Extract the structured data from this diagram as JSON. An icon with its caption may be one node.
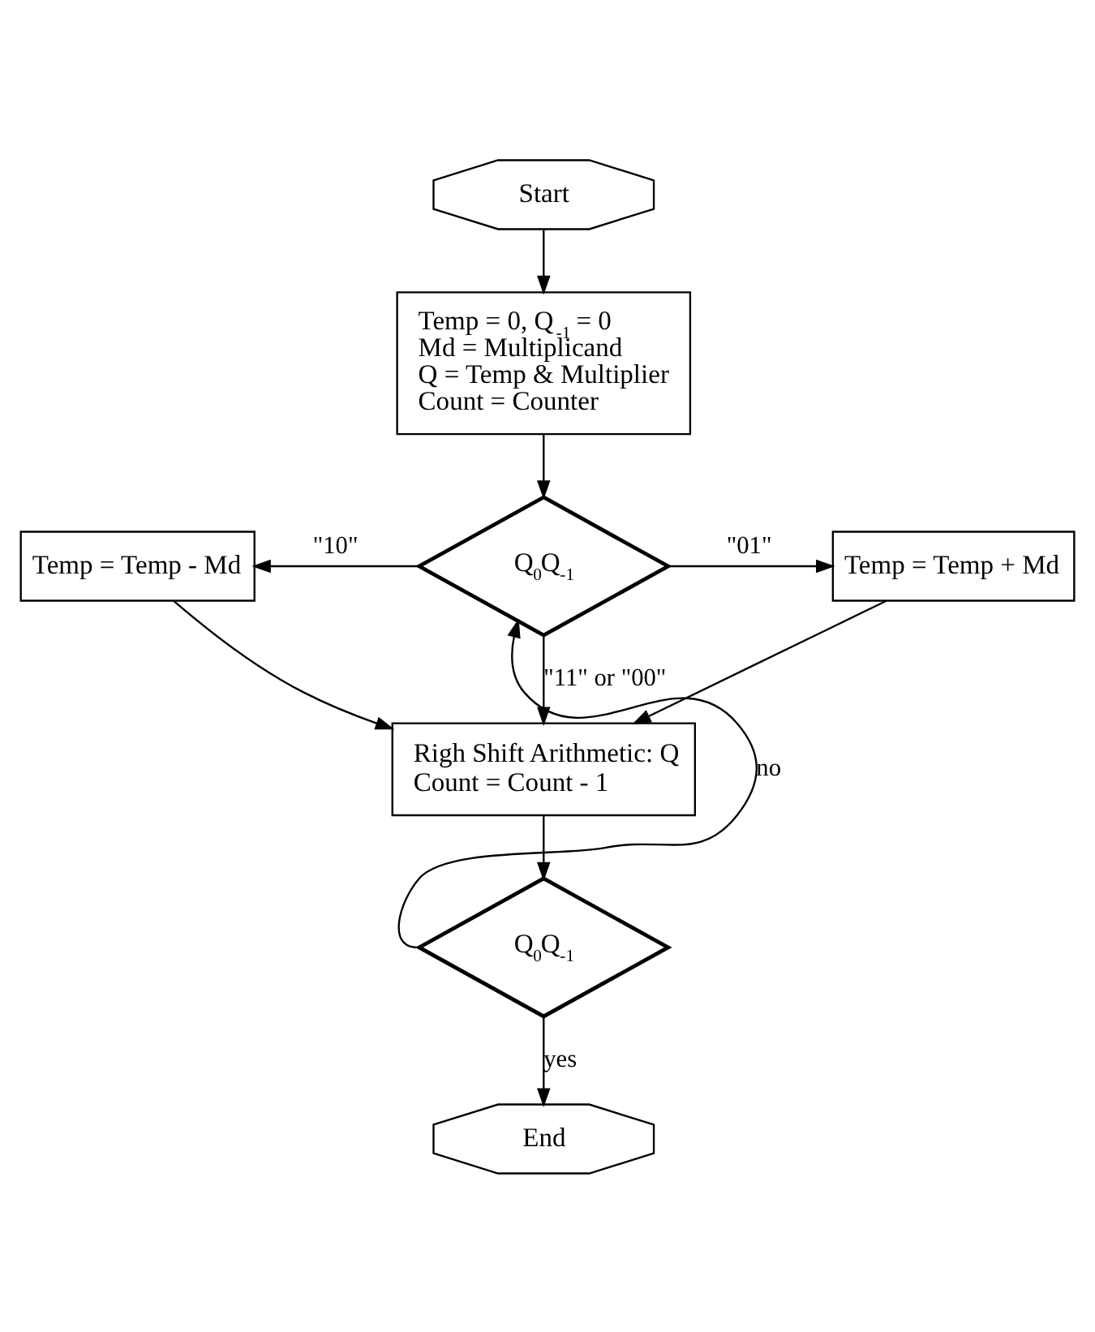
{
  "diagram": {
    "nodes": [
      {
        "text": [
          "Start"
        ]
      },
      {
        "text": [
          "Temp = 0, Q$_{-1}$ = 0",
          "Md = Multiplicand",
          "Q = Temp & Multiplier",
          "Count = Counter"
        ]
      },
      {
        "text": [
          "Q$_{0}$Q$_{-1}$"
        ]
      },
      {
        "text": [
          "Temp = Temp - Md"
        ]
      },
      {
        "text": [
          "Temp = Temp + Md"
        ]
      },
      {
        "text": [
          "Righ Shift Arithmetic: Q",
          "Count = Count - 1"
        ]
      },
      {
        "text": [
          "Q$_{0}$Q$_{-1}$"
        ]
      },
      {
        "text": [
          "End"
        ]
      }
    ],
    "edges": [
      {
        "from": 0,
        "to": 1,
        "arrow": "to"
      },
      {
        "from": 1,
        "to": 2,
        "arrow": "to"
      },
      {
        "from": 2,
        "to": 3,
        "arrow": "to",
        "label": "\"10\""
      },
      {
        "from": 2,
        "to": 4,
        "arrow": "to",
        "label": "\"01\""
      },
      {
        "from": 2,
        "to": 5,
        "arrow": "to",
        "label": "\"11\" or \"00\""
      },
      {
        "from": 3,
        "to": 5,
        "arrow": "to"
      },
      {
        "from": 4,
        "to": 5,
        "arrow": "to"
      },
      {
        "from": 5,
        "to": 6,
        "arrow": "to"
      },
      {
        "from": 6,
        "to": 2,
        "arrow": "to",
        "label": "no"
      },
      {
        "from": 6,
        "to": 7,
        "arrow": "to",
        "label": "yes"
      }
    ]
  }
}
